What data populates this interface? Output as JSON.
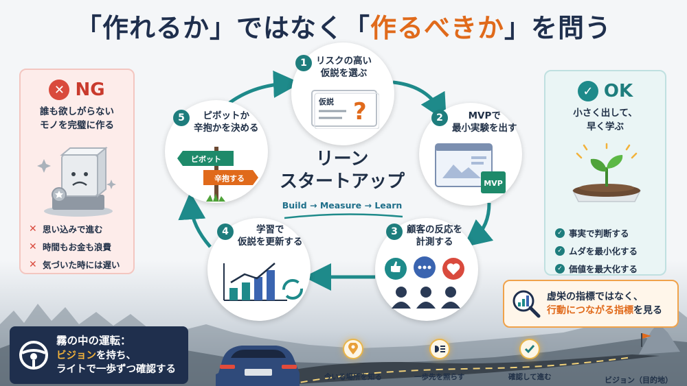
{
  "title": {
    "part1": "「作れるか」ではなく「",
    "highlight": "作るべきか",
    "part2": "」を問う"
  },
  "ng": {
    "badge": "✕",
    "heading": "NG",
    "desc": "誰も欲しがらない\nモノを完璧に作る",
    "items": [
      "思い込みで進む",
      "時間もお金も浪費",
      "気づいた時には遅い"
    ]
  },
  "ok": {
    "badge": "✓",
    "heading": "OK",
    "desc": "小さく出して、\n早く学ぶ",
    "items": [
      "事実で判断する",
      "ムダを最小化する",
      "価値を最大化する"
    ]
  },
  "cycle": {
    "center_title": "リーン\nスタートアップ",
    "center_sub": "Build → Measure → Learn",
    "steps": [
      {
        "num": "1",
        "label": "リスクの高い\n仮説を選ぶ"
      },
      {
        "num": "2",
        "label": "MVPで\n最小実験を出す"
      },
      {
        "num": "3",
        "label": "顧客の反応を\n計測する"
      },
      {
        "num": "4",
        "label": "学習で\n仮説を更新する"
      },
      {
        "num": "5",
        "label": "ピボットか\n辛抱かを決める"
      }
    ],
    "card_label": "仮説",
    "mvp_label": "MVP",
    "sign_pivot": "ピボット",
    "sign_persevere": "辛抱する"
  },
  "fog_box": {
    "title": "霧の中の運転：",
    "highlight": "ビジョン",
    "line2_rest": "を持ち、",
    "line3": "ライトで一歩ずつ確認する"
  },
  "callout": {
    "line1": "虚栄の指標ではなく、",
    "highlight": "行動につながる指標",
    "line2_rest": "を見る"
  },
  "road": {
    "markers": [
      {
        "icon": "location-pin-icon",
        "label": "今いる場所を知る"
      },
      {
        "icon": "headlight-icon",
        "label": "一歩先を照らす"
      },
      {
        "icon": "check-icon",
        "label": "確認して進む"
      }
    ],
    "goal": "ビジョン（目的地）"
  },
  "colors": {
    "navy": "#1f2f4d",
    "orange": "#e06a1b",
    "teal": "#1e7d7d",
    "red": "#d94a3d"
  }
}
